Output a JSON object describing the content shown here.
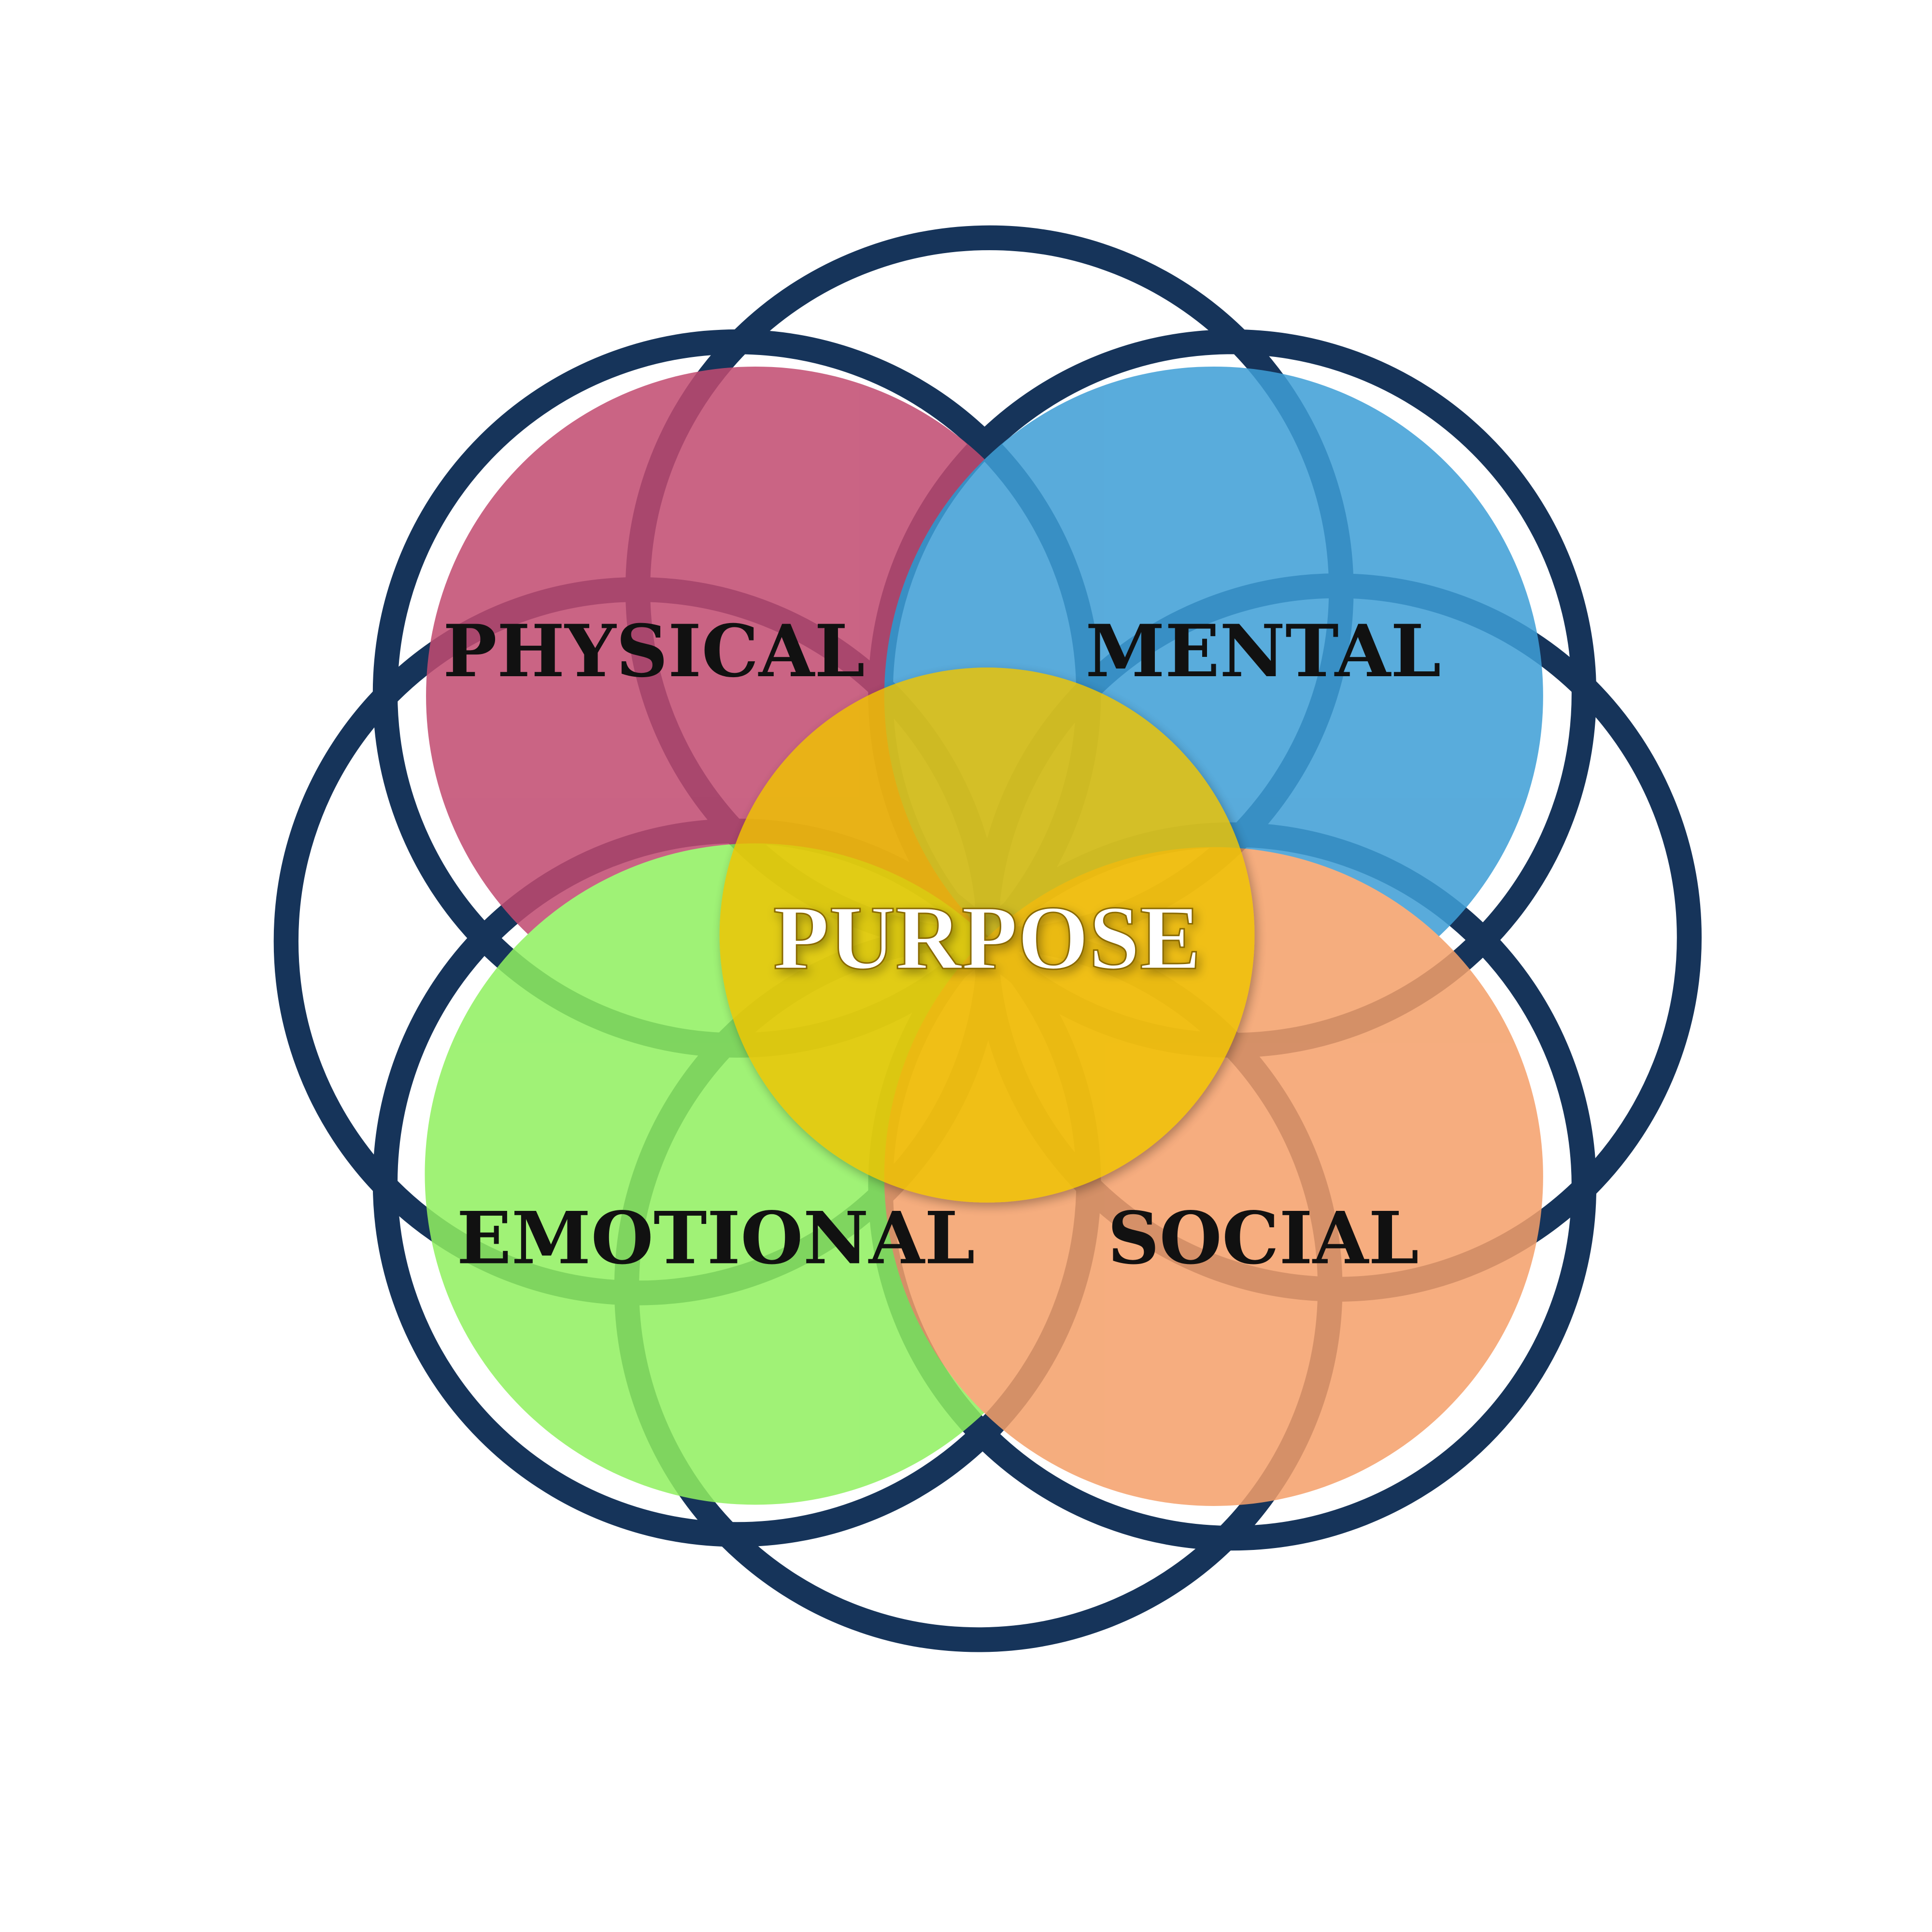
{
  "diagram": {
    "labels": {
      "physical": "PHYSICAL",
      "mental": "MENTAL",
      "emotional": "EMOTIONAL",
      "social": "SOCIAL",
      "purpose": "PURPOSE"
    },
    "colors": {
      "physical": "#c14a70",
      "mental": "#3e9ed6",
      "emotional": "#90f060",
      "social": "#f4a06a",
      "purpose": "#f0c400",
      "ring": "#16345a"
    }
  }
}
